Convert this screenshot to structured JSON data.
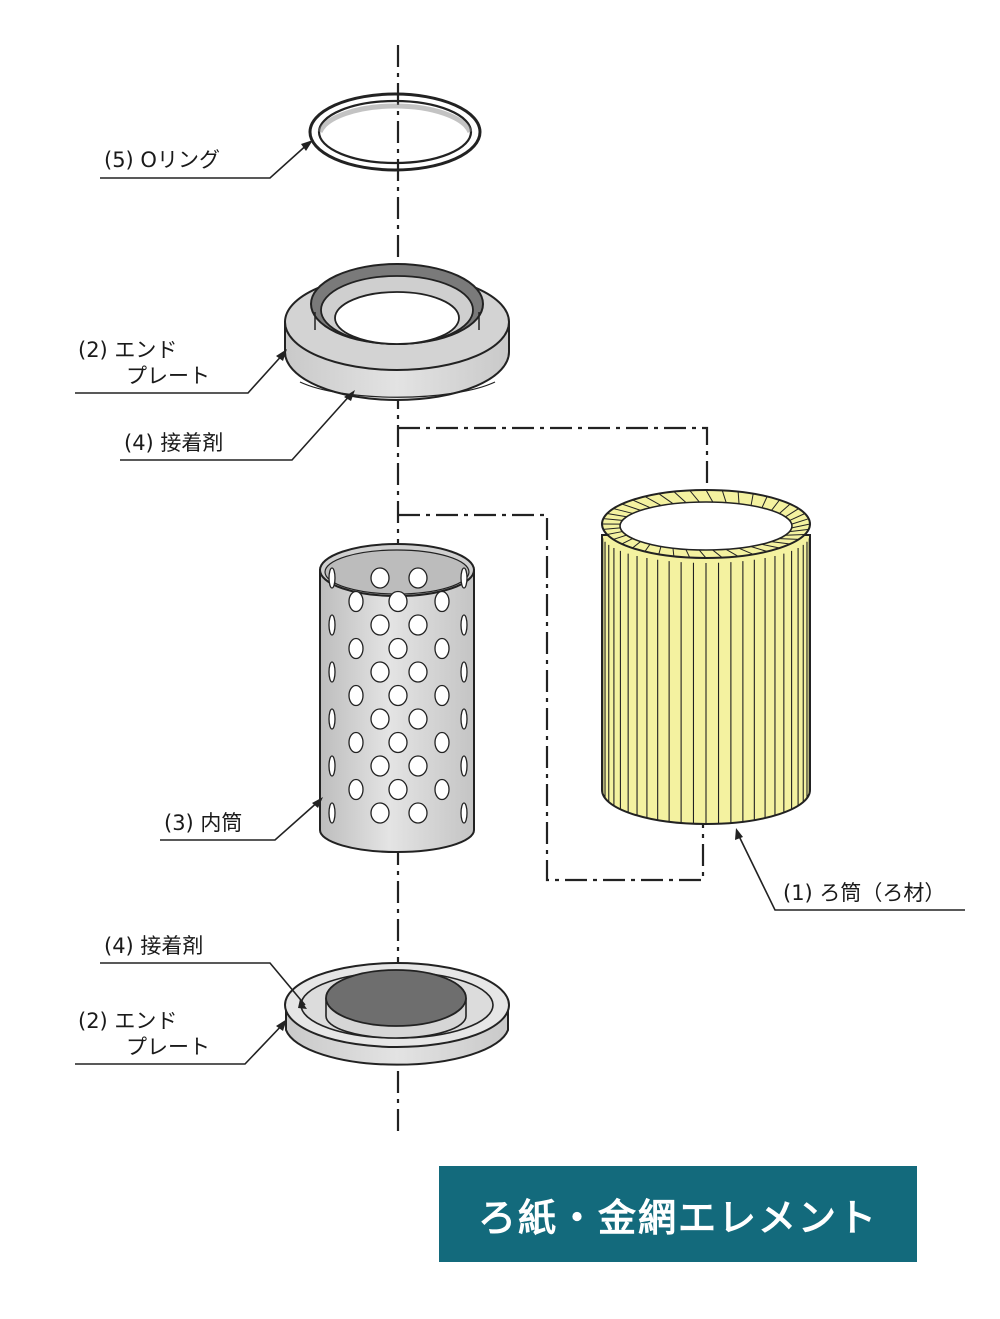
{
  "labels": {
    "o_ring": "(5) Oリング",
    "end_plate_top_line1": "(2) エンド",
    "end_plate_top_line2": "プレート",
    "adhesive_top": "(4) 接着剤",
    "inner_tube": "(3) 内筒",
    "filter_tube": "(1) ろ筒（ろ材）",
    "adhesive_bottom": "(4) 接着剤",
    "end_plate_bottom_line1": "(2) エンド",
    "end_plate_bottom_line2": "プレート"
  },
  "title": "ろ紙・金網エレメント",
  "colors": {
    "title_bg": "#136a7c",
    "filter_yellow": "#f4f2a0",
    "metal_gray": "#d6d6d6",
    "dark_gray": "#6f6f6f"
  }
}
